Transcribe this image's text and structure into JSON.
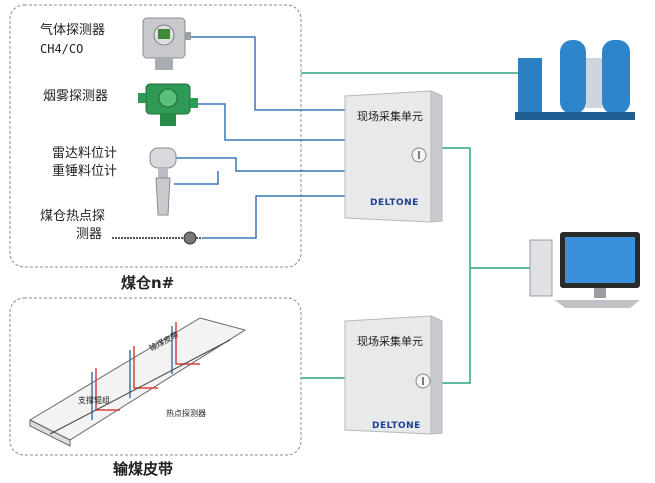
{
  "bunker": {
    "title": "煤仓n#",
    "sensors": [
      {
        "id": "gas",
        "lines": [
          "气体探测器",
          "CH4/CO"
        ],
        "icon": "gas-detector-icon"
      },
      {
        "id": "smoke",
        "lines": [
          "烟雾探测器"
        ],
        "icon": "smoke-detector-icon"
      },
      {
        "id": "level",
        "lines": [
          "雷达料位计",
          "重锤料位计"
        ],
        "icon": "level-meter-icon"
      },
      {
        "id": "heat",
        "lines": [
          "煤仓热点探",
          "测器"
        ],
        "icon": "heat-cable-icon"
      }
    ]
  },
  "belt": {
    "title": "输煤皮带",
    "labels": {
      "belt": "输煤皮带",
      "idler": "支撑辊组",
      "detector": "热点探测器"
    }
  },
  "units": [
    {
      "title": "现场采集单元",
      "brand": "DELTONE"
    },
    {
      "title": "现场采集单元",
      "brand": "DELTONE"
    }
  ],
  "colors": {
    "wire_bunker": "#3a76b8",
    "wire_network": "#2fa389",
    "box": "#e9eaec"
  }
}
